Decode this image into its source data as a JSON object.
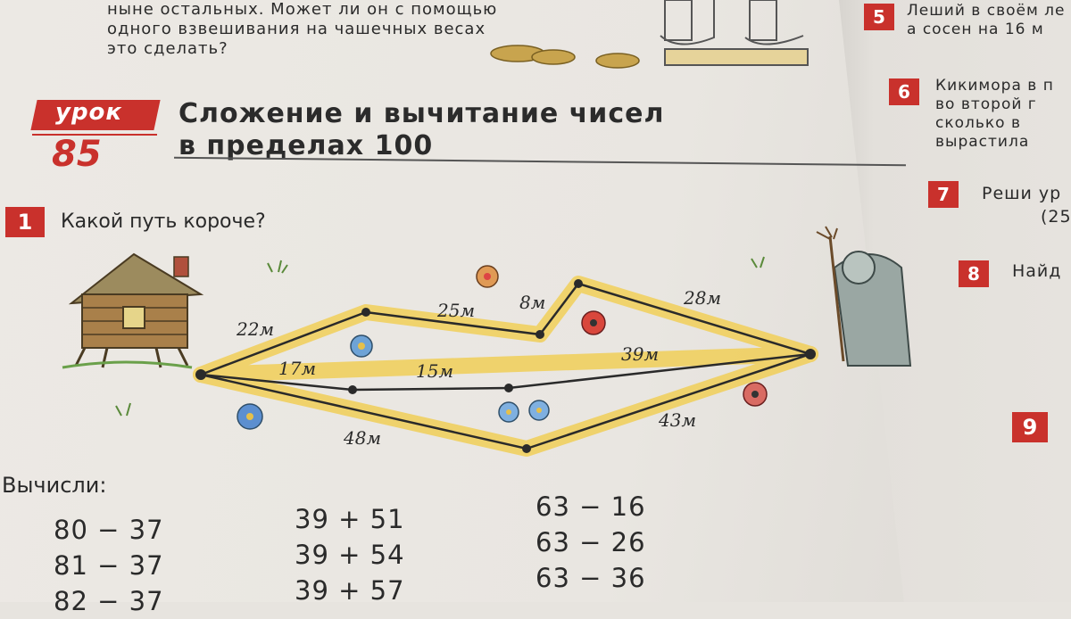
{
  "top": {
    "lines": [
      "ныне остальных. Может ли он с помощью",
      "одного взвешивания на чашечных весах",
      "это сделать?"
    ]
  },
  "lesson": {
    "word": "урок",
    "number": "85"
  },
  "title": {
    "line1": "Сложение и вычитание чисел",
    "line2": "в пределах 100"
  },
  "task1": {
    "number": "1",
    "question": "Какой путь короче?",
    "distances": [
      "22м",
      "25м",
      "8м",
      "28м",
      "17м",
      "15м",
      "39м",
      "48м",
      "43м"
    ]
  },
  "compute": {
    "label": "Вычисли:",
    "col1": [
      "80 − 37",
      "81 − 37",
      "82 − 37"
    ],
    "col2": [
      "39 + 51",
      "39 + 54",
      "39 + 57"
    ],
    "col3": [
      "63 − 16",
      "63 − 26",
      "63 − 36"
    ]
  },
  "right_page": {
    "t5": {
      "num": "5",
      "line1": "Леший в своём ле",
      "line2": "а сосен на 16 м"
    },
    "t6": {
      "num": "6",
      "line1": "Кикимора в п",
      "line2": "во второй г",
      "line3": "сколько в",
      "line4": "вырастила"
    },
    "t7": {
      "num": "7",
      "line1": "Реши ур",
      "line2": "(25"
    },
    "t8": {
      "num": "8",
      "line1": "Найд"
    },
    "t9": {
      "num": "9"
    }
  },
  "colors": {
    "accent_red": "#c9312c",
    "path_highlight": "#f1cf58",
    "ink": "#2a2a2a"
  }
}
